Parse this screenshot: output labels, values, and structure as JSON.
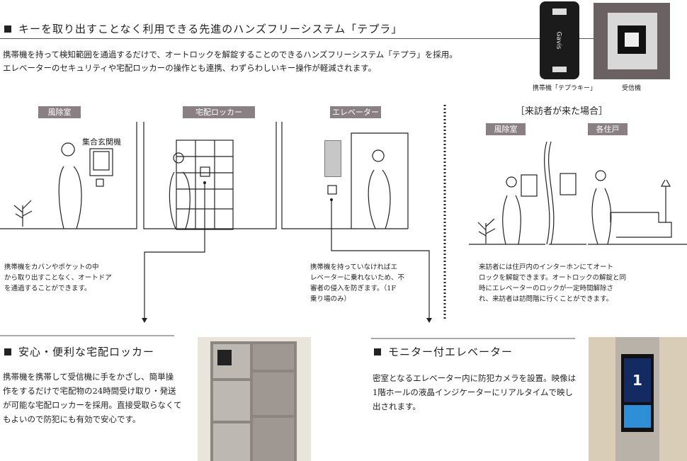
{
  "top": {
    "heading": "キーを取り出すことなく利用できる先進のハンズフリーシステム「テプラ」",
    "line1": "携帯機を持って検知範囲を通過するだけで、オートロックを解錠することのできるハンズフリーシステム「テプラ」を採用。",
    "line2": "エレベーターのセキュリティや宅配ロッカーの操作とも連携、わずらわしいキー操作が軽減されます。",
    "photo_left_caption": "携帯機「テプラキー」",
    "photo_right_caption": "受信機",
    "key_logo": "Gavis"
  },
  "diagram": {
    "tag_windbreak": "風除室",
    "tag_locker": "宅配ロッカー",
    "tag_elevator": "エレベーター",
    "label_intercom": "集合玄関機",
    "visitor_title": "［来訪者が来た場合］",
    "tag_visitor_windbreak": "風除室",
    "tag_each_unit": "各住戸",
    "note_left": [
      "携帯機をカバンやポケットの中",
      "から取り出すことなく、オートドア",
      "を通過することができます。"
    ],
    "note_mid": [
      "携帯機を持っていなければエ",
      "レベーターに乗れないため、不",
      "審者の侵入を防ぎます。（1F",
      "乗り場のみ）"
    ],
    "note_right": [
      "来訪者には住戸内のインターホンにてオート",
      "ロックを解錠できます。オートロックの解錠と同",
      "時にエレベーターのロックが一定時間解除さ",
      "れ、来訪者は訪問階に行くことができます。"
    ]
  },
  "locker": {
    "heading": "安心・便利な宅配ロッカー",
    "lines": [
      "携帯機を携帯して受信機に手をかざし、簡単操",
      "作をするだけで宅配物の24時間受け取り・発送",
      "が可能な宅配ロッカーを採用。直接受取らなくて",
      "もよいので防犯にも有効で安心です。"
    ]
  },
  "elevator": {
    "heading": "モニター付エレベーター",
    "lines": [
      "密室となるエレベーター内に防犯カメラを設置。映像は",
      "1階ホールの液晶インジケーターにリアルタイムで映し",
      "出されます。"
    ],
    "floor_number": "1"
  }
}
